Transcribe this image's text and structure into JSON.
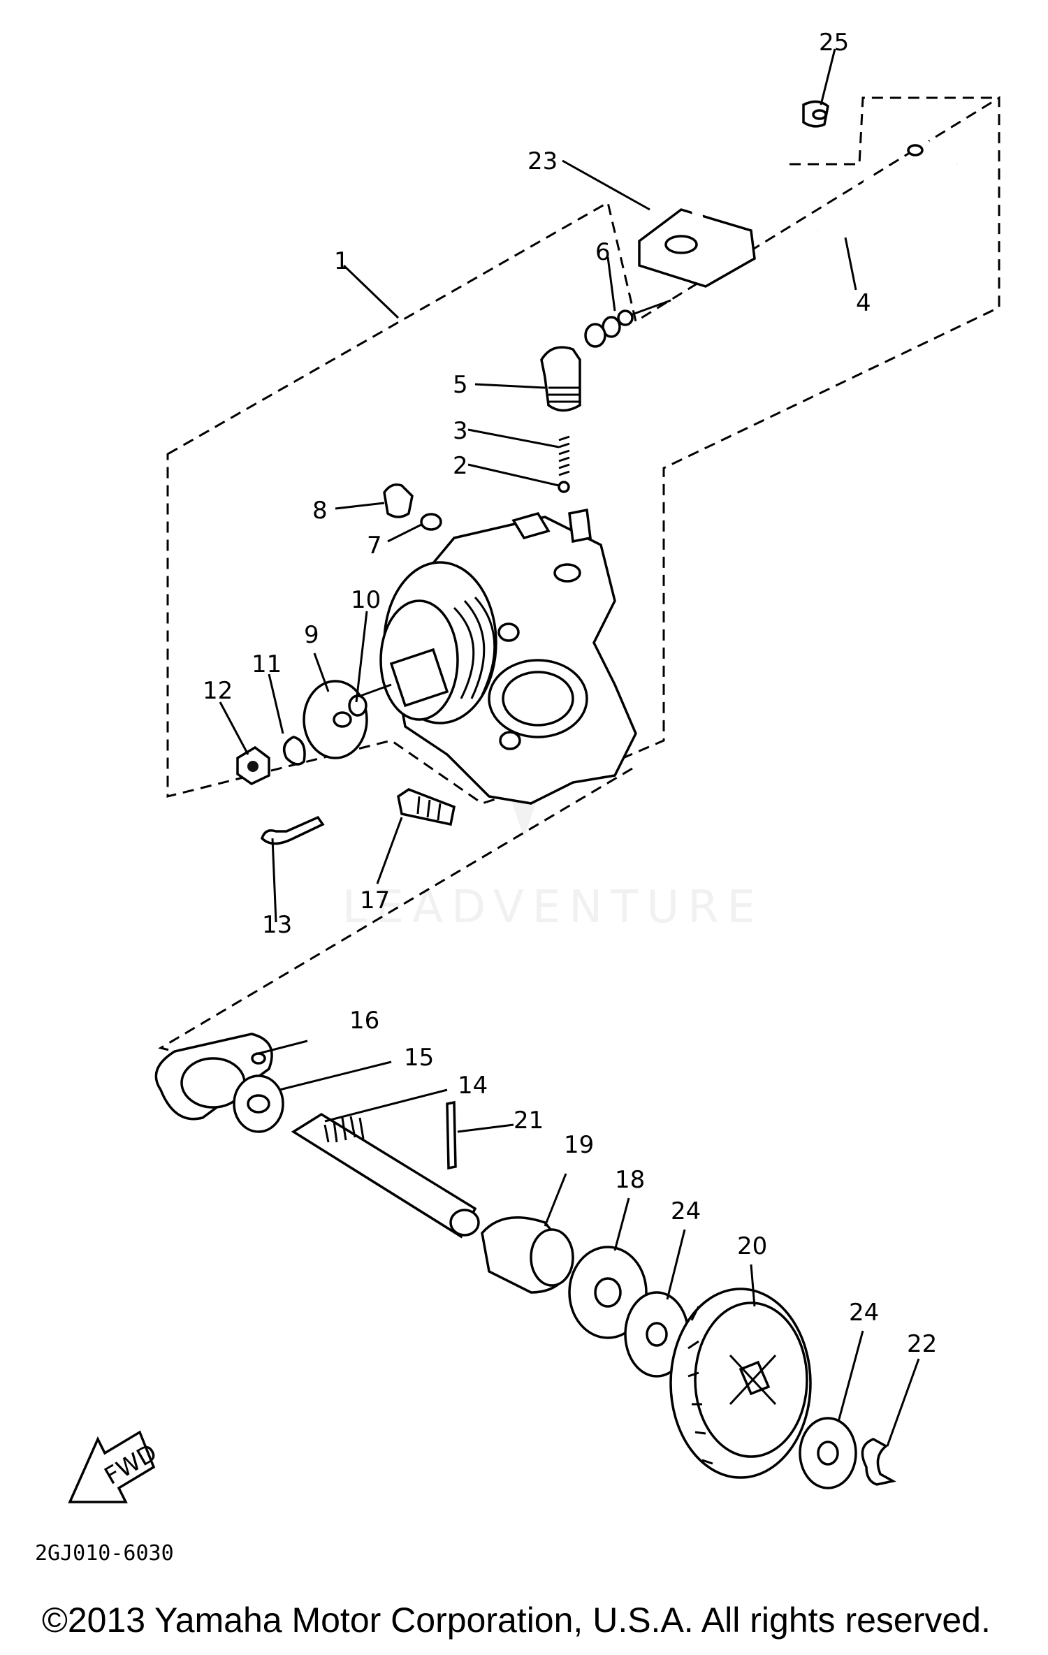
{
  "diagram": {
    "callouts": {
      "c1": "1",
      "c2": "2",
      "c3": "3",
      "c4": "4",
      "c5": "5",
      "c6": "6",
      "c7": "7",
      "c8": "8",
      "c9": "9",
      "c10": "10",
      "c11": "11",
      "c12": "12",
      "c13": "13",
      "c14": "14",
      "c15": "15",
      "c16": "16",
      "c17": "17",
      "c18": "18",
      "c19": "19",
      "c20": "20",
      "c21": "21",
      "c22": "22",
      "c23": "23",
      "c24a": "24",
      "c24b": "24",
      "c25": "25"
    },
    "fwd_label": "FWD",
    "diagram_code": "2GJ010-6030",
    "watermark": "LEADVENTURE"
  },
  "footer": {
    "copyright": "©2013 Yamaha Motor Corporation, U.S.A. All rights reserved."
  }
}
